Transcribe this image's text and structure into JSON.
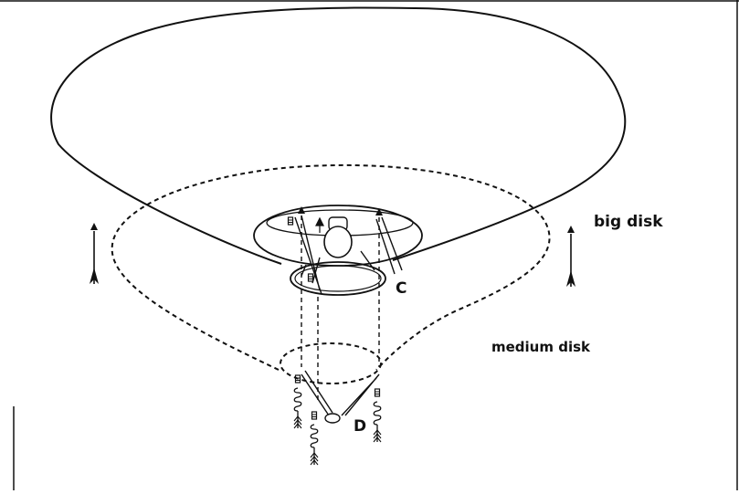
{
  "labels": {
    "big_disk": "big disk",
    "medium_disk": "medium disk",
    "c": "C",
    "d": "D"
  },
  "colors": {
    "line": "#111111",
    "background": "#ffffff"
  },
  "icons": [
    "up-arrow-icon",
    "spring-icon",
    "lamp-bulb-icon",
    "fletched-arrow-icon"
  ]
}
